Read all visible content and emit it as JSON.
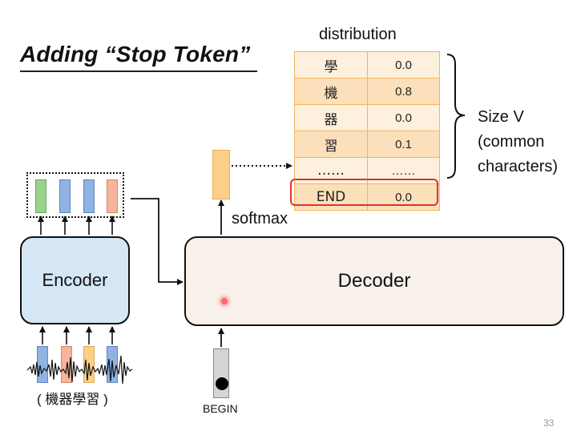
{
  "slide": {
    "title": "Adding “Stop Token”",
    "page_number": "33"
  },
  "distribution": {
    "label": "distribution",
    "rows": [
      {
        "char": "學",
        "prob": "0.0"
      },
      {
        "char": "機",
        "prob": "0.8"
      },
      {
        "char": "器",
        "prob": "0.0"
      },
      {
        "char": "習",
        "prob": "0.1"
      },
      {
        "char": "……",
        "prob": "……"
      },
      {
        "char": "END",
        "prob": "0.0"
      }
    ]
  },
  "brace_note": {
    "line1": "Size V",
    "line2": "(common",
    "line3": "characters)"
  },
  "labels": {
    "softmax": "softmax",
    "encoder": "Encoder",
    "decoder": "Decoder",
    "input_text": "( 機器學習 )",
    "begin": "BEGIN"
  },
  "colors": {
    "table_fill": "#fdf0dc",
    "table_border": "#f2b55a",
    "highlight": "#e03030",
    "encoder_fill": "#d5e7f5",
    "decoder_fill": "#f8f0ea"
  },
  "icons": [
    "waveform-icon",
    "curly-brace-icon",
    "laser-pointer-dot"
  ]
}
